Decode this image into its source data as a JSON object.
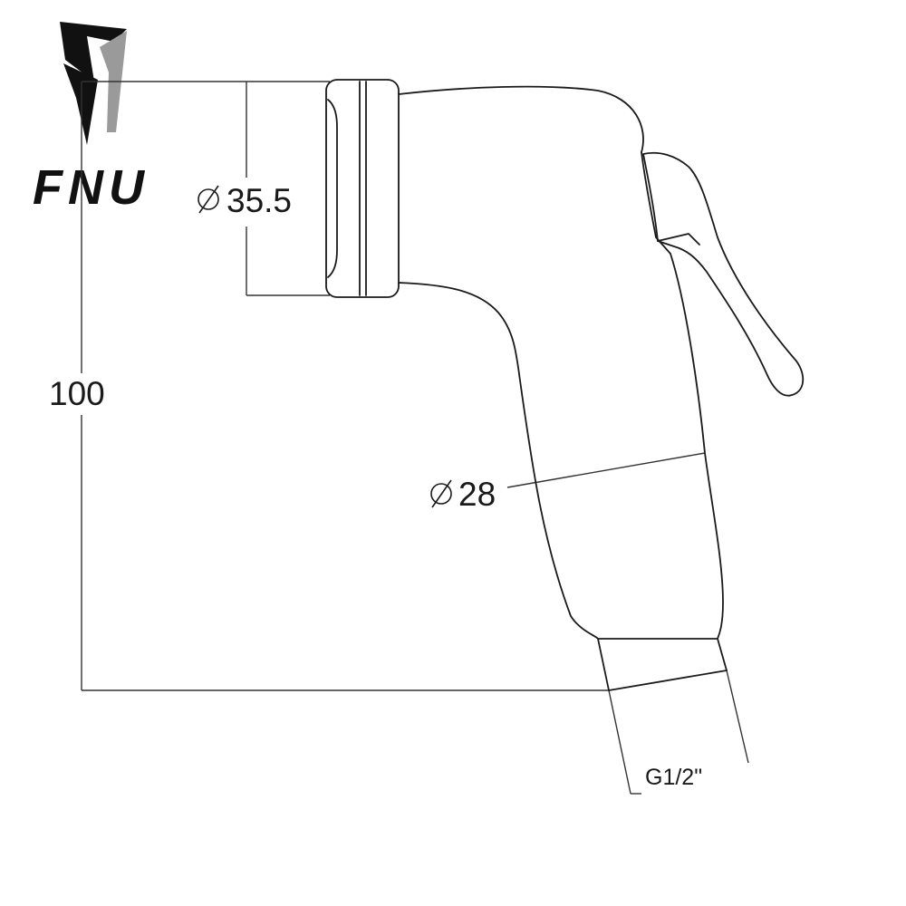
{
  "brand": {
    "logo_text": "FNU",
    "colors": {
      "primary": "#111111",
      "secondary": "#9a9a9a"
    }
  },
  "dimensions": {
    "height": "100",
    "head_diameter": "35.5",
    "body_diameter": "28",
    "thread": "G1/2\""
  }
}
